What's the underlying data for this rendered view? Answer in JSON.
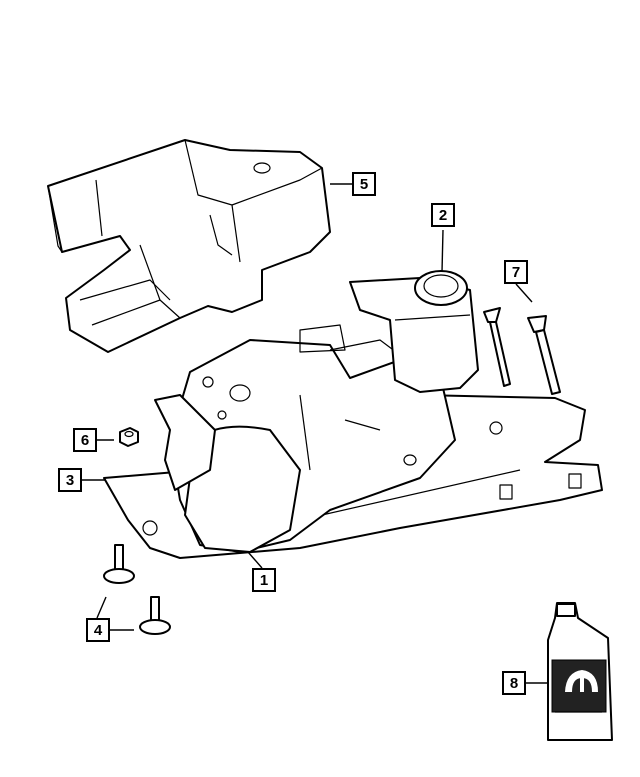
{
  "callouts": [
    {
      "id": "1",
      "label": "1"
    },
    {
      "id": "2",
      "label": "2"
    },
    {
      "id": "3",
      "label": "3"
    },
    {
      "id": "4",
      "label": "4"
    },
    {
      "id": "5",
      "label": "5"
    },
    {
      "id": "6",
      "label": "6"
    },
    {
      "id": "7",
      "label": "7"
    },
    {
      "id": "8",
      "label": "8"
    }
  ],
  "icons": {
    "bottle_logo": "mopar-logo-icon"
  },
  "colors": {
    "line": "#000000",
    "background": "#ffffff"
  }
}
